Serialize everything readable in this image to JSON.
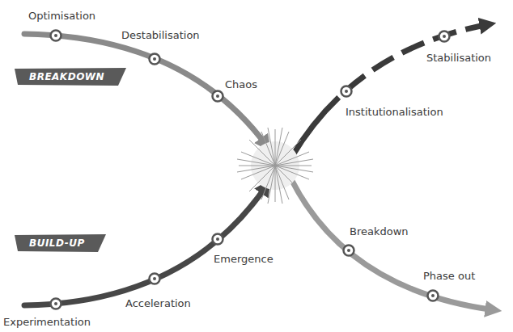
{
  "diagram": {
    "nodes": [
      {
        "text": [
          "BREAKDOWN"
        ]
      },
      {
        "text": [
          "BUILD-UP"
        ]
      }
    ],
    "labels": [
      "Optimisation",
      "Destabilisation",
      "Chaos",
      "Stabilisation",
      "Institutionalisation",
      "Breakdown",
      "Phase out",
      "Emergence",
      "Acceleration",
      "Experimentation"
    ]
  }
}
